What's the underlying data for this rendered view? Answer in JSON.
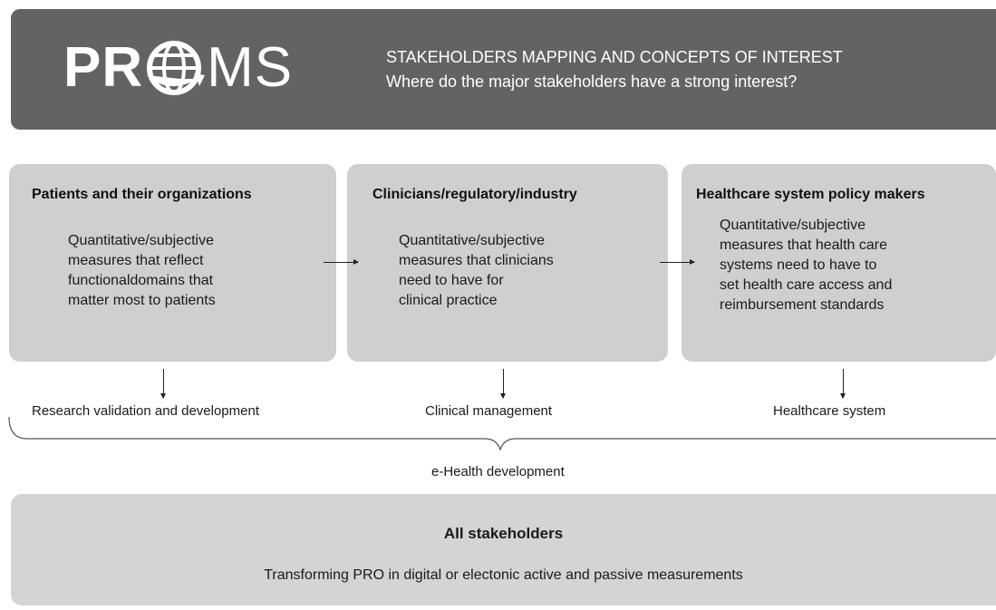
{
  "header": {
    "logo_left": "PR",
    "logo_right": "MS",
    "logo_globe_icon": "globe-arrow-icon",
    "title": "STAKEHOLDERS MAPPING AND CONCEPTS OF INTEREST",
    "subtitle": "Where do the major stakeholders have a strong interest?"
  },
  "boxes": [
    {
      "title": "Patients and their organizations",
      "lines": [
        "Quantitative/subjective",
        "measures that reflect",
        "functionaldomains that",
        "matter most to patients"
      ]
    },
    {
      "title": "Clinicians/regulatory/industry",
      "lines": [
        "Quantitative/subjective",
        "measures that clinicians",
        "need to have for",
        "clinical practice"
      ]
    },
    {
      "title": "Healthcare system policy makers",
      "lines": [
        "Quantitative/subjective",
        "measures that health care",
        "systems need to have to",
        "set health care access and",
        "reimbursement standards"
      ]
    }
  ],
  "outcomes": [
    "Research validation and development",
    "Clinical management",
    "Healthcare system"
  ],
  "brace_label": "e-Health development",
  "bottom": {
    "title": "All stakeholders",
    "text": "Transforming PRO in digital or electonic active and passive measurements"
  },
  "colors": {
    "header_bg": "#636363",
    "box_bg": "#cfcfcf",
    "bottom_bg": "#d4d4d4"
  }
}
